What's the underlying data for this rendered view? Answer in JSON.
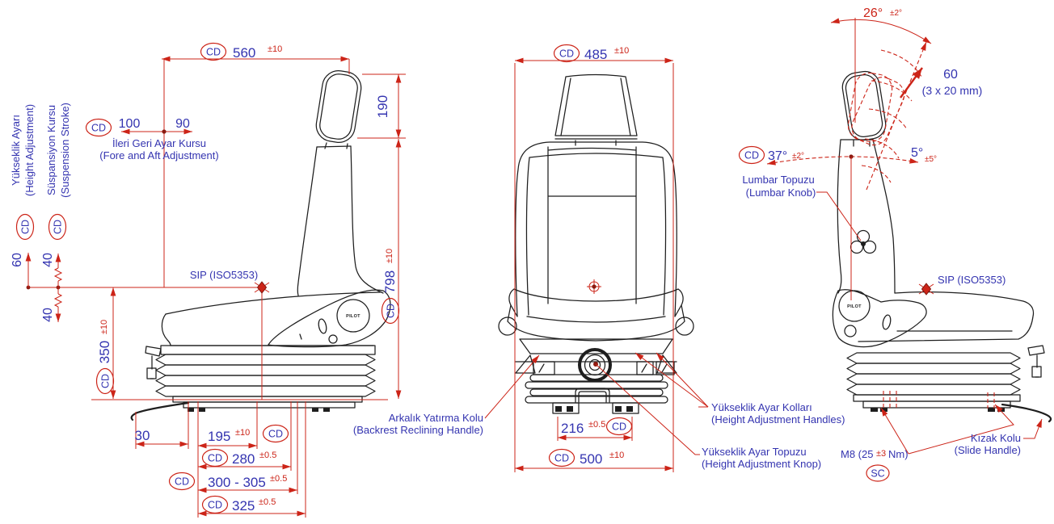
{
  "drawing": {
    "cd": "CD",
    "sc": "SC",
    "brand": "PILOT",
    "colors": {
      "dimension_red": "#cc2418",
      "label_blue": "#3434b0",
      "line_black": "#1e1e1e"
    },
    "side_view": {
      "label_height_tr": "Yükseklik Ayarı",
      "label_height_en": "(Height Adjustment)",
      "label_susp_tr": "Süspansiyon Kursu",
      "label_susp_en": "(Suspension Stroke)",
      "stroke_up": "60",
      "stroke_mid_up": "40",
      "stroke_mid_down": "40",
      "foreaft_fwd": "100",
      "foreaft_back": "90",
      "foreaft_tr": "İleri Geri Ayar Kursu",
      "foreaft_en": "(Fore and Aft Adjustment)",
      "dim_width": "560",
      "dim_width_tol": "±10",
      "dim_headrest": "190",
      "dim_height": "798",
      "dim_height_tol": "±10",
      "dim_susp": "350",
      "dim_susp_tol": "±10",
      "dim_30": "30",
      "dim_195": "195",
      "dim_195_tol": "±10",
      "dim_280": "280",
      "dim_280_tol": "±0.5",
      "dim_300": "300 - 305",
      "dim_300_tol": "±0.5",
      "dim_325": "325",
      "dim_325_tol": "±0.5",
      "sip": "SIP (ISO5353)"
    },
    "front_view": {
      "dim_width": "485",
      "dim_width_tol": "±10",
      "dim_rail": "216",
      "dim_rail_tol": "±0.5",
      "dim_base": "500",
      "dim_base_tol": "±10",
      "recline_tr": "Arkalık Yatırma Kolu",
      "recline_en": "(Backrest Reclining Handle)",
      "handles_tr": "Yükseklik Ayar Kolları",
      "handles_en": "(Height Adjustment Handles)",
      "knob_tr": "Yükseklik Ayar Topuzu",
      "knob_en": "(Height Adjustment Knop)"
    },
    "angle_view": {
      "headrest_angle": "26°",
      "headrest_angle_tol": "±2°",
      "headrest_travel": "60",
      "headrest_travel_detail": "(3 x 20 mm)",
      "back_fwd_angle": "37°",
      "back_fwd_tol": "±2°",
      "back_rear_angle": "5°",
      "back_rear_tol": "±5°",
      "lumbar_tr": "Lumbar Topuzu",
      "lumbar_en": "(Lumbar Knob)",
      "sip": "SIP (ISO5353)",
      "m8_a": "M8 (25",
      "m8_tol": "±3",
      "m8_b": "Nm)",
      "slide_tr": "Kızak Kolu",
      "slide_en": "(Slide Handle)"
    }
  }
}
